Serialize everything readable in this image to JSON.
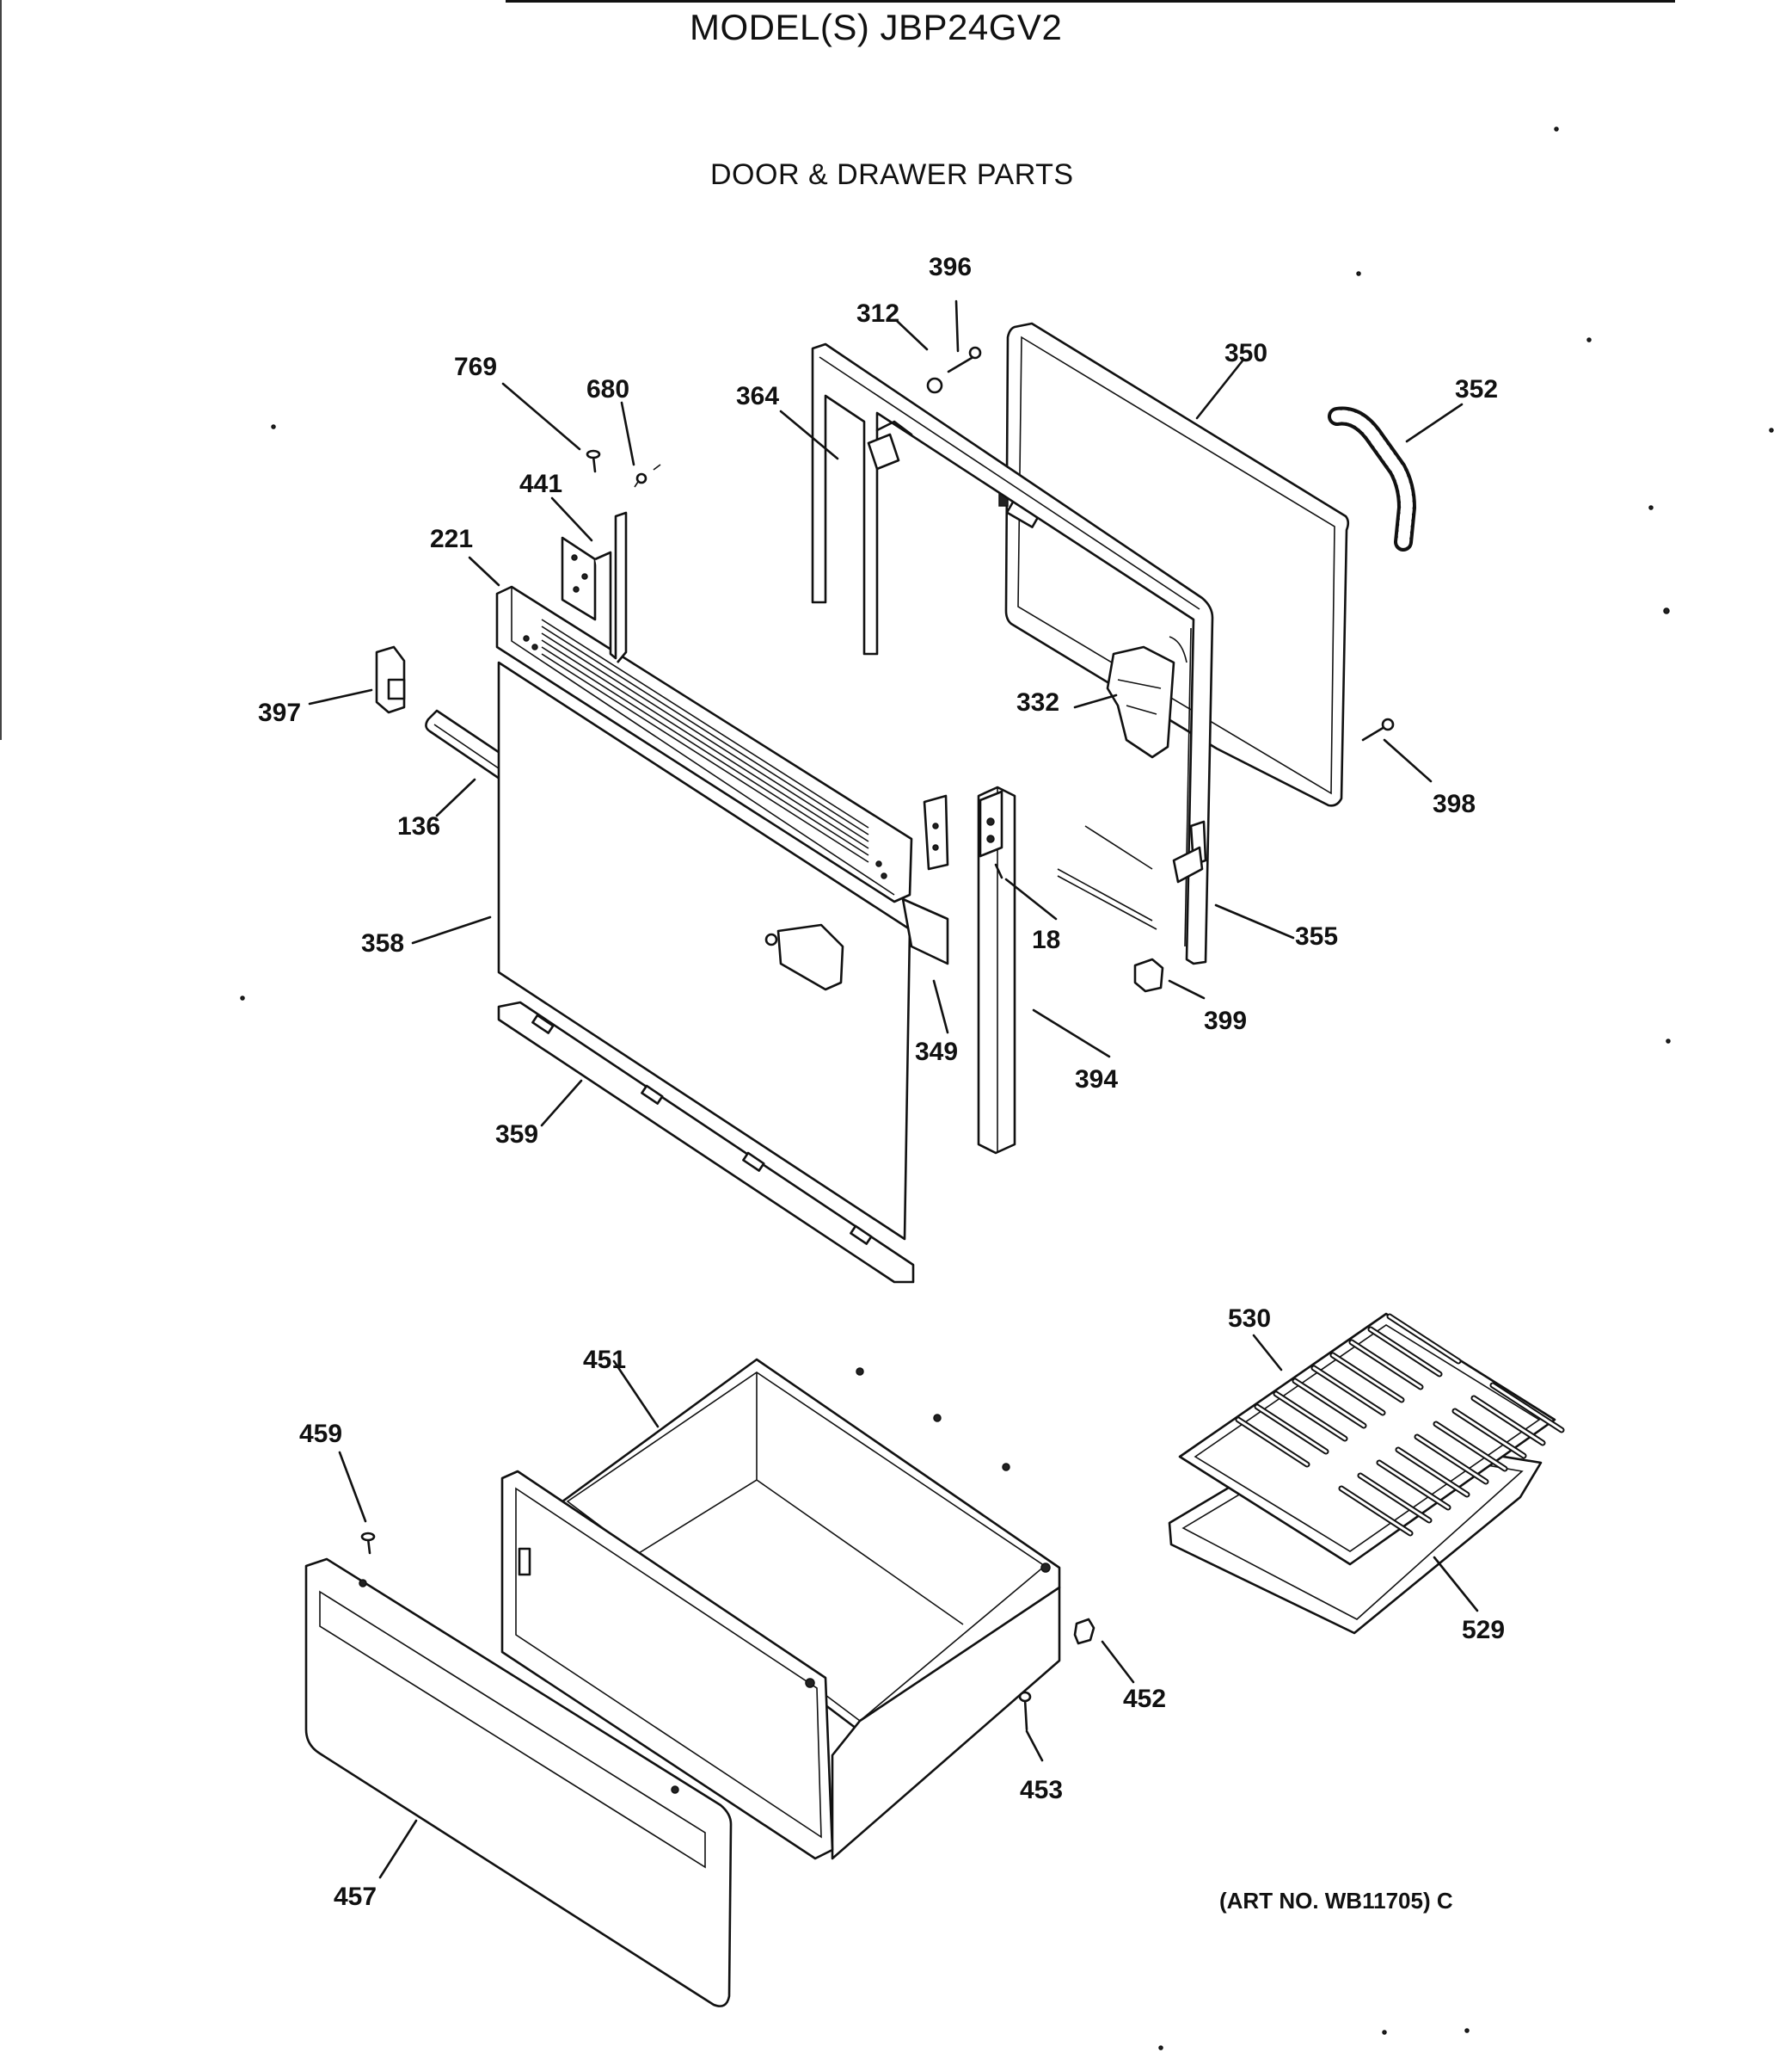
{
  "header": {
    "model_title": "MODEL(S) JBP24GV2",
    "section_title": "DOOR & DRAWER PARTS"
  },
  "footer": {
    "art_number": "(ART NO. WB11705) C"
  },
  "callouts": {
    "p18": "18",
    "p136": "136",
    "p221": "221",
    "p312": "312",
    "p332": "332",
    "p349": "349",
    "p350": "350",
    "p352": "352",
    "p355": "355",
    "p358": "358",
    "p359": "359",
    "p364": "364",
    "p394": "394",
    "p396": "396",
    "p397": "397",
    "p398": "398",
    "p399": "399",
    "p441": "441",
    "p451": "451",
    "p452": "452",
    "p453": "453",
    "p457": "457",
    "p459": "459",
    "p529": "529",
    "p530": "530",
    "p680": "680",
    "p769": "769"
  }
}
